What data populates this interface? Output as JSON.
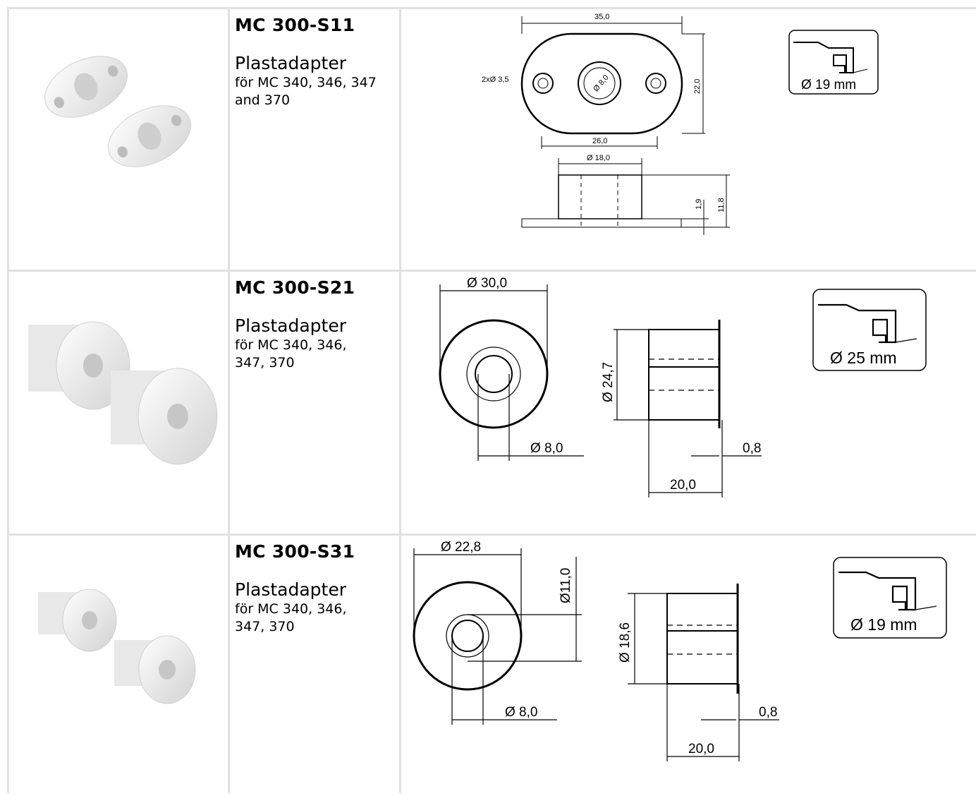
{
  "products": [
    {
      "model": "MC 300-S11",
      "type": "Plastadapter",
      "description": "för MC 340, 346, 347 and 370",
      "description_lines": [
        "för MC 340, 346, 347",
        "and 370"
      ],
      "dims": {
        "width": "35,0",
        "height": "22,0",
        "hole_spacing": "26,0",
        "holes": "2xØ 3,5",
        "inner": "Ø 8,0",
        "boss": "Ø 18,0",
        "flange": "1,9",
        "total_height": "11,8"
      },
      "badge": "Ø 19 mm"
    },
    {
      "model": "MC 300-S21",
      "type": "Plastadapter",
      "description_lines": [
        "för MC 340, 346,",
        "347, 370"
      ],
      "dims": {
        "outer": "Ø 30,0",
        "inner": "Ø 8,0",
        "body": "Ø 24,7",
        "flange": "0,8",
        "length": "20,0"
      },
      "badge": "Ø 25 mm"
    },
    {
      "model": "MC 300-S31",
      "type": "Plastadapter",
      "description_lines": [
        "för MC 340, 346,",
        "347, 370"
      ],
      "dims": {
        "outer": "Ø 22,8",
        "hole": "Ø11,0",
        "inner": "Ø 8,0",
        "body": "Ø 18,6",
        "flange": "0,8",
        "length": "20,0"
      },
      "badge": "Ø 19 mm"
    }
  ]
}
